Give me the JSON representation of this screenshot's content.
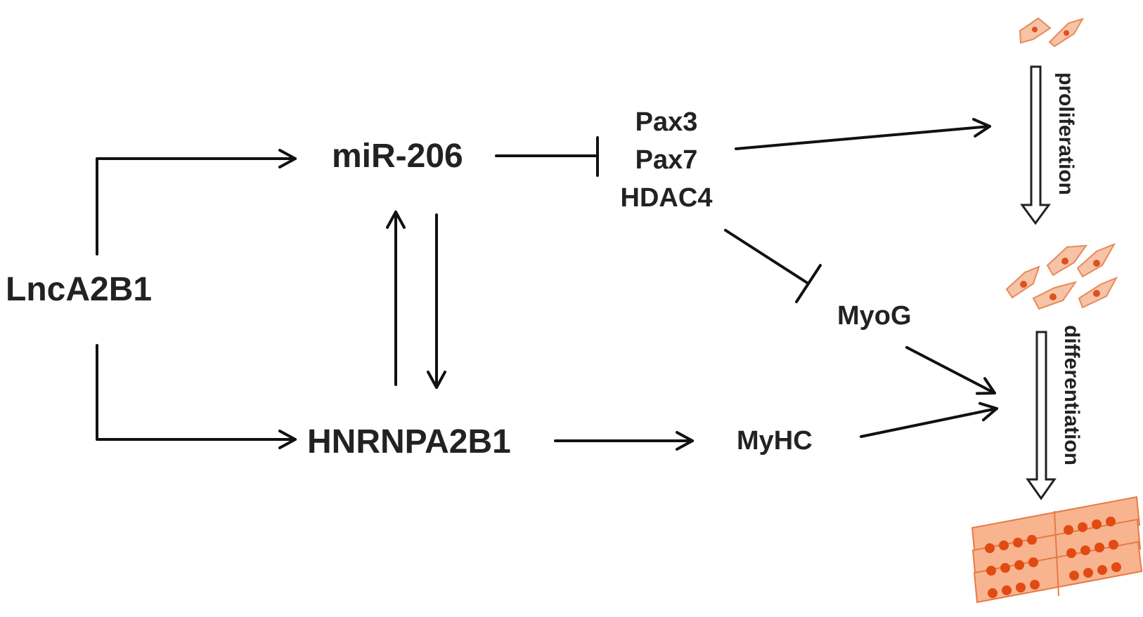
{
  "nodes": {
    "lnca2b1": "LncA2B1",
    "mir206": "miR-206",
    "hnrnpa2b1": "HNRNPA2B1",
    "pax3": "Pax3",
    "pax7": "Pax7",
    "hdac4": "HDAC4",
    "myog": "MyoG",
    "myhc": "MyHC"
  },
  "stages": {
    "proliferation": "proliferation",
    "differentiation": "differentiation"
  },
  "edges": [
    {
      "from": "LncA2B1",
      "to": "miR-206",
      "type": "activation"
    },
    {
      "from": "LncA2B1",
      "to": "HNRNPA2B1",
      "type": "activation"
    },
    {
      "from": "miR-206",
      "to": "Pax3/Pax7/HDAC4",
      "type": "inhibition"
    },
    {
      "from": "miR-206",
      "to": "HNRNPA2B1",
      "type": "activation"
    },
    {
      "from": "HNRNPA2B1",
      "to": "miR-206",
      "type": "activation"
    },
    {
      "from": "Pax3/Pax7/HDAC4",
      "to": "proliferation",
      "type": "activation"
    },
    {
      "from": "Pax3/Pax7/HDAC4",
      "to": "MyoG",
      "type": "inhibition"
    },
    {
      "from": "HNRNPA2B1",
      "to": "MyHC",
      "type": "activation"
    },
    {
      "from": "MyoG",
      "to": "differentiation",
      "type": "activation"
    },
    {
      "from": "MyHC",
      "to": "differentiation",
      "type": "activation"
    }
  ],
  "colors": {
    "line": "#111111",
    "text": "#222222",
    "cell_body": "#f6c3a6",
    "cell_outline": "#e9895a",
    "nucleus": "#e0501c",
    "myotube": "#f8b48f"
  }
}
